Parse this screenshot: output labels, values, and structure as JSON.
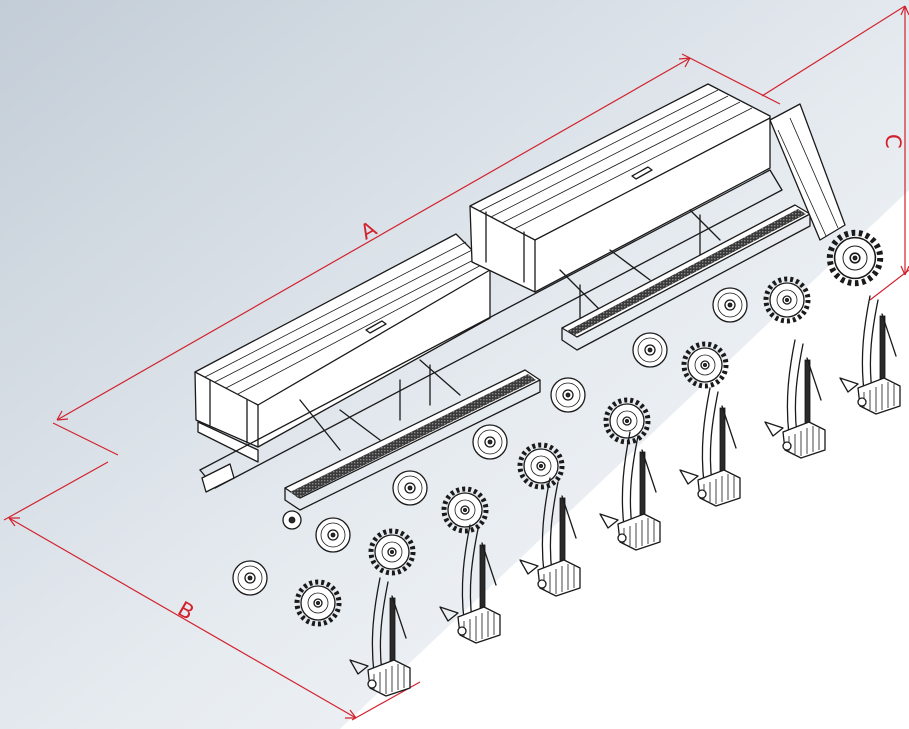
{
  "dimensions": {
    "a": "A",
    "b": "B",
    "c": "C"
  },
  "colors": {
    "dimension": "#d2222d",
    "background_top": "#c9d3dc",
    "background_bottom": "#ffffff",
    "ink": "#1a1a1a"
  }
}
